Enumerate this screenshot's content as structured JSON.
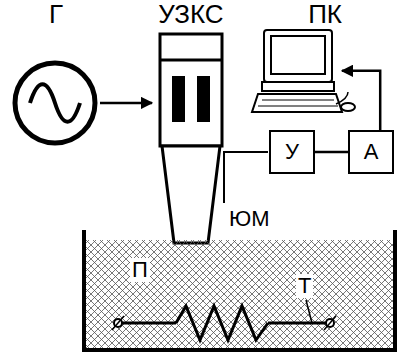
{
  "diagram": {
    "nodes": [
      {
        "text": [
          "Г"
        ]
      },
      {
        "text": [
          "УЗКС"
        ]
      },
      {
        "text": [
          "ПК"
        ]
      },
      {
        "text": [
          "У"
        ]
      },
      {
        "text": [
          "А"
        ]
      }
    ],
    "edges": [
      {
        "from": 0,
        "to": 1,
        "arrow": "to"
      },
      {
        "from": 3,
        "to": 4,
        "arrow": "none"
      },
      {
        "from": 4,
        "to": 2,
        "arrow": "to"
      }
    ],
    "labels": [
      "ЮМ",
      "П",
      "Т"
    ]
  }
}
